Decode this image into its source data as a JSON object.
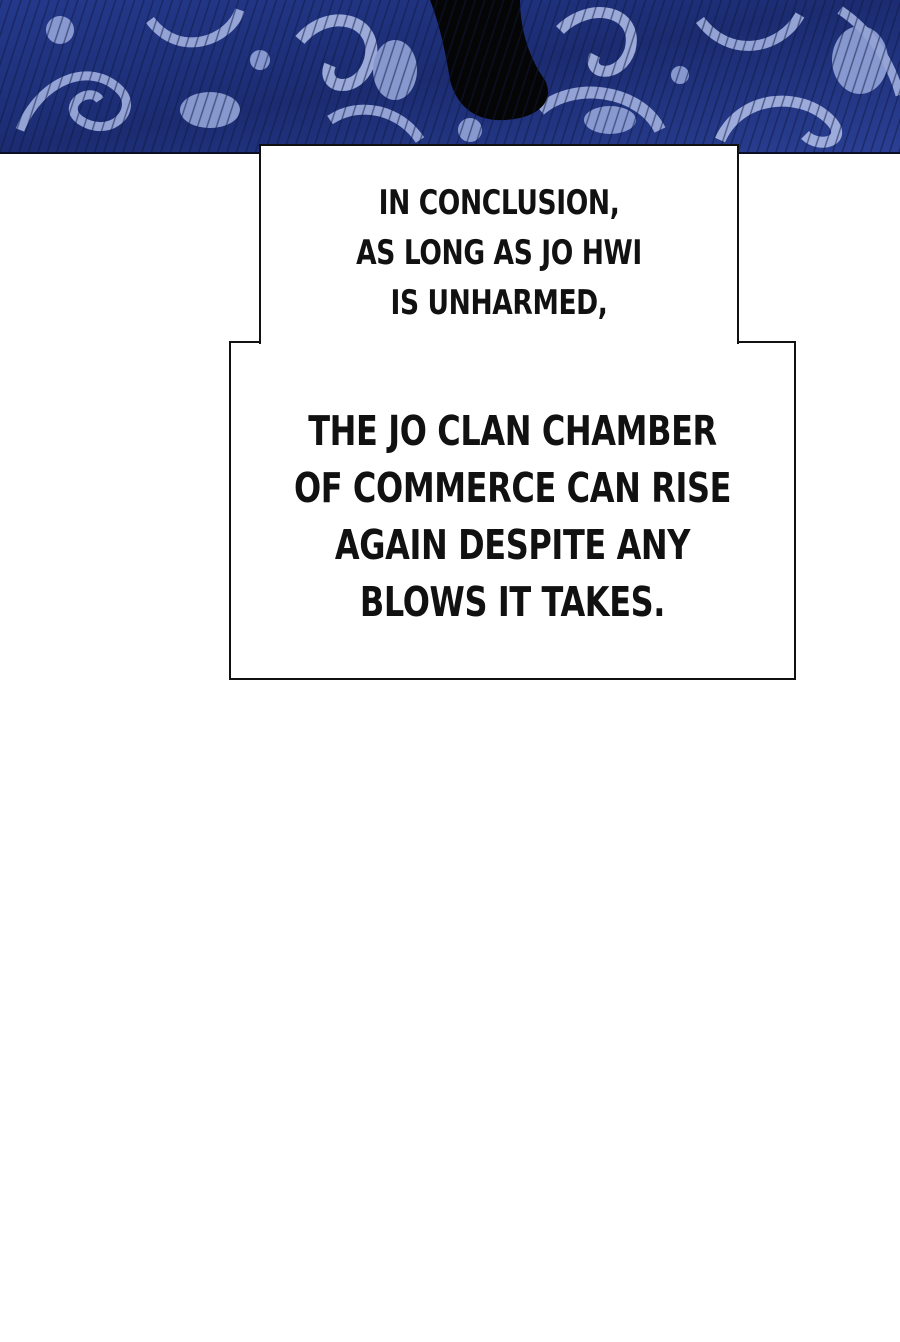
{
  "captions": {
    "first": {
      "lines": [
        "IN CONCLUSION,",
        "AS LONG AS JO HWI",
        "IS UNHARMED,"
      ]
    },
    "second": {
      "lines": [
        "THE JO CLAN CHAMBER",
        "OF COMMERCE CAN RISE",
        "AGAIN DESPITE ANY",
        "BLOWS IT TAKES."
      ]
    }
  },
  "colors": {
    "art_blue": "#1c2f78",
    "art_pattern": "#8ea0d8",
    "text": "#111111",
    "caption_bg": "#ffffff"
  },
  "art": {
    "subject": "damask-pattern-background-with-dark-silhouette"
  }
}
